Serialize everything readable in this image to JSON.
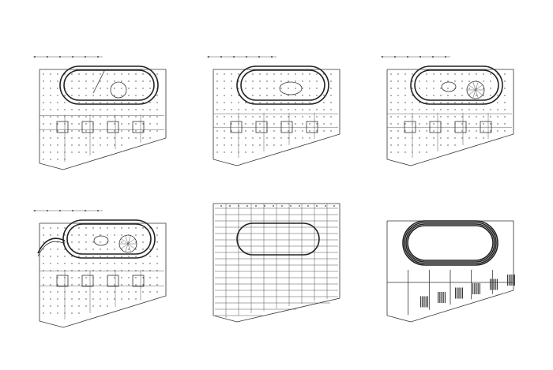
{
  "sheet": {
    "background": "#ffffff",
    "line_color": "#333333",
    "plans": [
      {
        "id": "plan-level-1",
        "variant": "oval-open"
      },
      {
        "id": "plan-level-2",
        "variant": "oval-floor"
      },
      {
        "id": "plan-level-3",
        "variant": "oval-stair"
      },
      {
        "id": "plan-level-4",
        "variant": "oval-stair-balcony"
      },
      {
        "id": "plan-level-5",
        "variant": "roof-grid"
      },
      {
        "id": "plan-level-6",
        "variant": "running-track"
      }
    ]
  }
}
